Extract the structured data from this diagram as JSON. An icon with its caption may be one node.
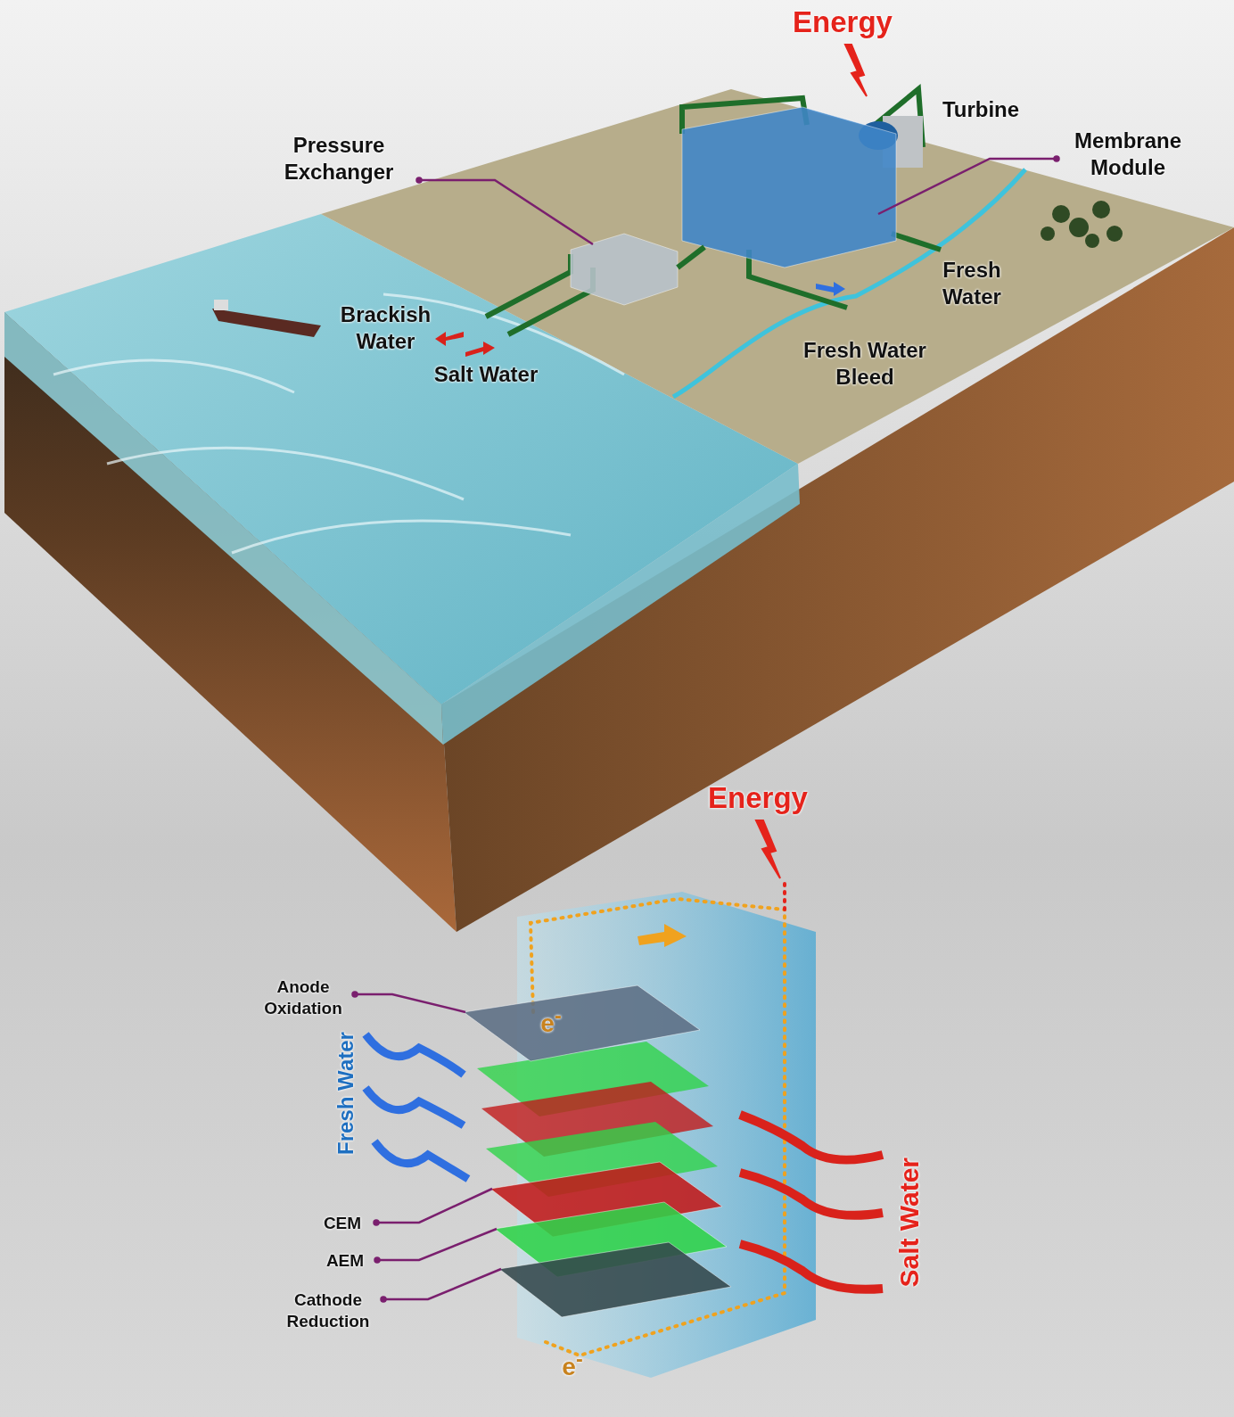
{
  "diagram": {
    "nodes": [
      {
        "text": [
          "Pressure Exchanger"
        ]
      },
      {
        "text": [
          "Membrane Module"
        ]
      },
      {
        "text": [],
        "shape": "box"
      },
      {
        "text": [],
        "shape": "box"
      },
      {
        "text": [
          "Anode Oxidation"
        ]
      },
      {
        "text": [
          "CEM"
        ]
      },
      {
        "text": [
          "AEM"
        ]
      },
      {
        "text": [
          "Cathode Reduction"
        ]
      },
      {
        "text": [],
        "shape": "box"
      },
      {
        "text": [],
        "shape": "box"
      },
      {
        "text": [],
        "shape": "box"
      },
      {
        "text": [],
        "shape": "box"
      }
    ],
    "edges": [
      {
        "from": 0,
        "to": 2,
        "arrow": "other"
      },
      {
        "from": 1,
        "to": 3,
        "arrow": "other"
      },
      {
        "from": 4,
        "to": 8,
        "arrow": "other"
      },
      {
        "from": 5,
        "to": 9,
        "arrow": "other"
      },
      {
        "from": 6,
        "to": 10,
        "arrow": "other"
      },
      {
        "from": 7,
        "to": 11,
        "arrow": "other"
      },
      {
        "from": 2,
        "to": 3,
        "arrow": "none",
        "style": "thick",
        "color": "#1f6e2a"
      }
    ],
    "labels": [
      "Energy",
      "Turbine",
      "Brackish Water",
      "Salt Water",
      "Fresh Water",
      "Fresh Water Bleed",
      "Energy",
      "Fresh Water",
      "e$^{-}$",
      "Salt Water",
      "e$^{-}$"
    ]
  }
}
